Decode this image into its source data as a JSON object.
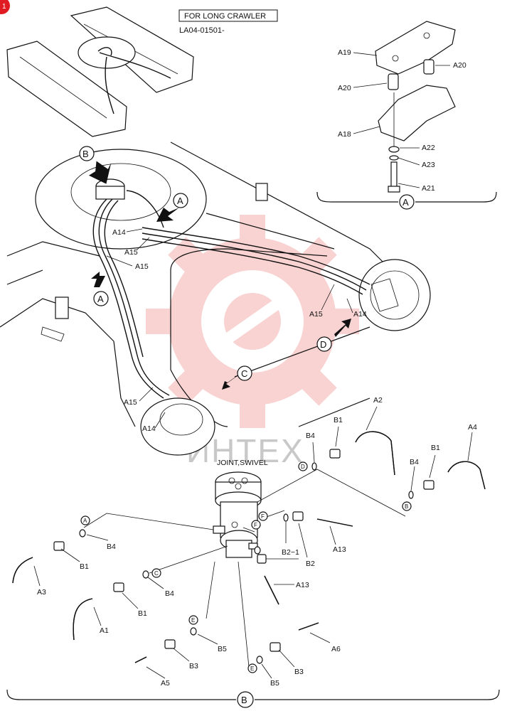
{
  "header": {
    "title_box": "FOR LONG CRAWLER",
    "serial": "LA04-01501-"
  },
  "watermark": {
    "text": "ИНТЕХ",
    "color": "#e53935"
  },
  "accent_color": "#e01b22",
  "detail_a": {
    "callout": "A",
    "labels": {
      "A19": "A19",
      "A20a": "A20",
      "A20b": "A20",
      "A18": "A18",
      "A22": "A22",
      "A23": "A23",
      "A21": "A21"
    }
  },
  "detail_b": {
    "callout": "B",
    "joint_label": "JOINT,SWIVEL",
    "port_letters": {
      "A": "A",
      "C": "C",
      "D": "D",
      "B": "B",
      "F1": "F",
      "F2": "F",
      "E1": "E",
      "E2": "E"
    },
    "labels": {
      "B4_top": "B4",
      "B1_top": "B1",
      "A2": "A2",
      "A4": "A4",
      "B1_right": "B1",
      "B4_right": "B4",
      "B4_left": "B4",
      "B1_left": "B1",
      "A3": "A3",
      "B2_1": "B2−1",
      "B2": "B2",
      "A13_top": "A13",
      "A13_mid": "A13",
      "B4_mid": "B4",
      "B1_mid": "B1",
      "A1": "A1",
      "B5_left": "B5",
      "A6": "A6",
      "B3_left": "B3",
      "B3_right": "B3",
      "A5": "A5",
      "B5_bottom": "B5"
    }
  },
  "main_view": {
    "callouts": {
      "B": "B",
      "A_top": "A",
      "A_left": "A",
      "C": "C",
      "D": "D"
    },
    "labels": {
      "A14_top": "A14",
      "A15_top": "A15",
      "A15_left": "A15",
      "A15_right": "A15",
      "A14_right": "A14",
      "A15_bottom": "A15",
      "A14_bottom": "A14"
    }
  },
  "corner_badge": "1"
}
